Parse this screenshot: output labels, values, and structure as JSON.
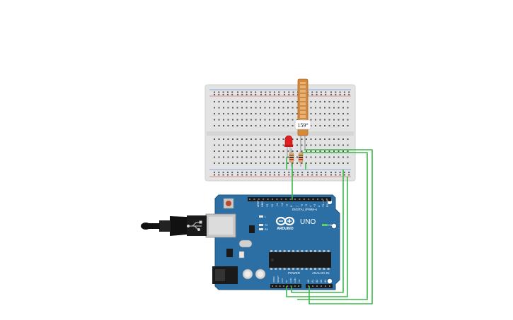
{
  "circuit": {
    "flex_sensor": {
      "reading": "159°"
    },
    "arduino": {
      "logo": "ARDUINO",
      "model": "UNO",
      "on_label": "ON",
      "digital_header_label": "DIGITAL (PWM~)",
      "power_label": "POWER",
      "analog_label": "ANALOG IN",
      "tx_label": "TX",
      "rx_label": "RX",
      "l_label": "L"
    },
    "colors": {
      "board": "#2c6fa4",
      "breadboard": "#e6e6e6",
      "wire": "#3cb84a",
      "led": "#e02020",
      "flex_sensor": "#d48a3a",
      "usb_cable": "#111111"
    }
  }
}
